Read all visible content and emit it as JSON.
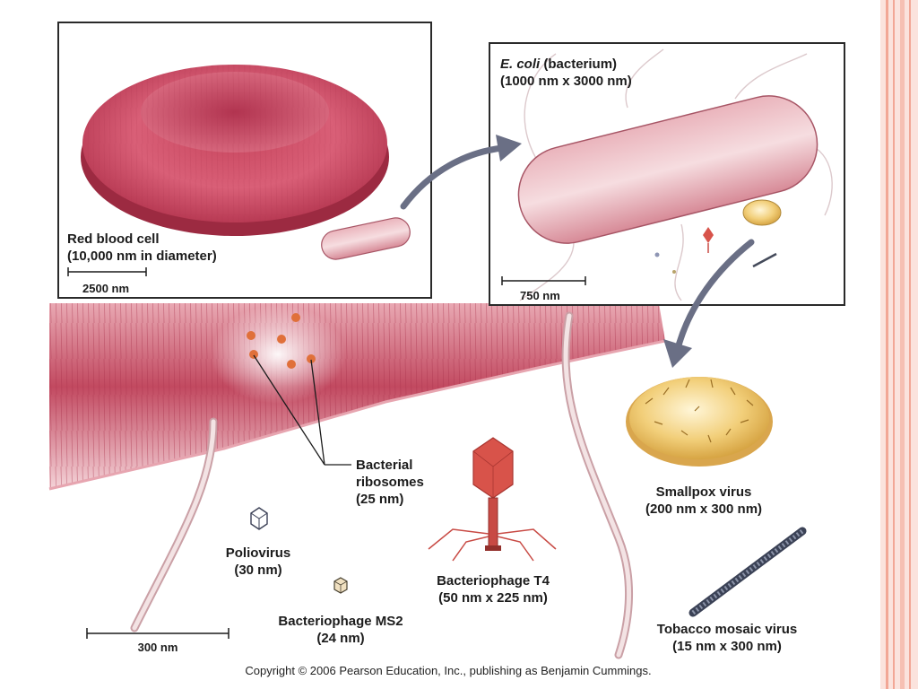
{
  "labels": {
    "rbc_title": "Red blood cell",
    "rbc_size": "(10,000 nm in diameter)",
    "scale_rbc": "2500 nm",
    "ecoli_name": "E. coli",
    "ecoli_type": " (bacterium)",
    "ecoli_size": "(1000 nm x 3000 nm)",
    "scale_ecoli": "750 nm",
    "ribosomes_line1": "Bacterial",
    "ribosomes_line2": "ribosomes",
    "ribosomes_size": "(25 nm)",
    "polio_name": "Poliovirus",
    "polio_size": "(30 nm)",
    "ms2_name": "Bacteriophage MS2",
    "ms2_size": "(24 nm)",
    "t4_name": "Bacteriophage T4",
    "t4_size": "(50 nm x 225 nm)",
    "smallpox_name": "Smallpox virus",
    "smallpox_size": "(200 nm x 300 nm)",
    "tmv_name": "Tobacco mosaic virus",
    "tmv_size": "(15 nm x 300 nm)",
    "scale_main": "300 nm"
  },
  "footer": {
    "copyright": "Copyright © 2006 Pearson Education, Inc., publishing as Benjamin Cummings."
  },
  "colors": {
    "cell_red": "#c8465e",
    "cell_dark": "#8e1f35",
    "bacterium_pink": "#e3a3ad",
    "smallpox_yellow": "#f2cf7a",
    "t4_red": "#d8534a",
    "border_pink": "#f3b3a6",
    "arrow_gray": "#6a6f85"
  }
}
